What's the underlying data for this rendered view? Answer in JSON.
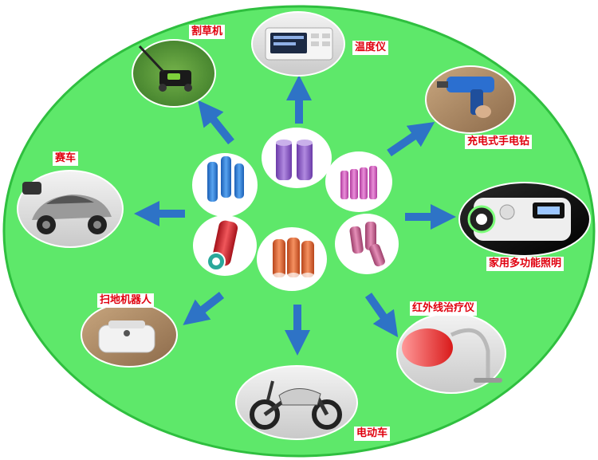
{
  "colors": {
    "background": "#ffffff",
    "ellipse_fill": "#5ee86a",
    "ellipse_stroke": "#2fbf3f",
    "arrow": "#2e73c6",
    "label_text": "#e0000e"
  },
  "center_batteries": [
    {
      "name": "blue-cells",
      "color": "#2a7de1"
    },
    {
      "name": "purple-cells",
      "color": "#8a5cc4"
    },
    {
      "name": "pink-cells",
      "color": "#d25fc0"
    },
    {
      "name": "red-cell",
      "color": "#d91e26"
    },
    {
      "name": "orange-cells",
      "color": "#e0632a"
    },
    {
      "name": "rose-cells",
      "color": "#c65a8e"
    }
  ],
  "applications": {
    "lawn_mower": "割草机",
    "thermostat": "温度仪",
    "drill": "充电式手电钻",
    "race_car": "赛车",
    "lighting": "家用多功能照明",
    "robot_vacuum": "扫地机器人",
    "therapy_device": "红外线治疗仪",
    "ebike": "电动车"
  }
}
